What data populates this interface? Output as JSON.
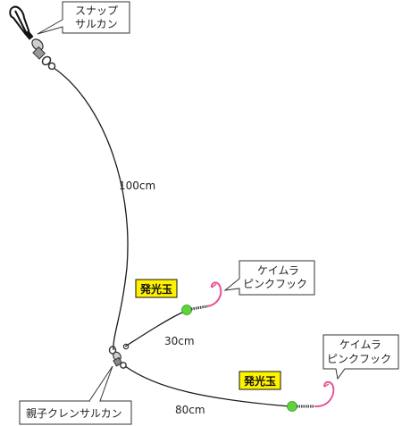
{
  "labels": {
    "snap_swivel_line1": "スナップ",
    "snap_swivel_line2": "サルカン",
    "leader_length_main": "100cm",
    "glow_bead_upper": "発光玉",
    "hook_upper_line1": "ケイムラ",
    "hook_upper_line2": "ピンクフック",
    "branch_length_upper": "30cm",
    "hook_lower_line1": "ケイムラ",
    "hook_lower_line2": "ピンクフック",
    "glow_bead_lower": "発光玉",
    "three_way_swivel": "親子クレンサルカン",
    "branch_length_lower": "80cm"
  },
  "colors": {
    "line": "#1a1a1a",
    "hook": "#e8559a",
    "bead": "#5fd33a",
    "badge_bg": "#fff200",
    "callout_border": "#333333"
  }
}
